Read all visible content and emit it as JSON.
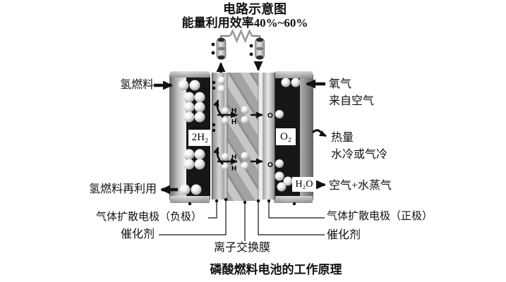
{
  "header": {
    "title": "电路示意图",
    "efficiency": "能量利用效率40%~60%"
  },
  "left_labels": {
    "fuel_in": "氢燃料",
    "fuel_recycle": "氢燃料再利用",
    "electrode_negative": "气体扩散电极（负极）",
    "catalyst": "催化剂"
  },
  "right_labels": {
    "oxygen": "氧气",
    "from_air": "来自空气",
    "heat": "热量",
    "cooling": "水冷或气冷",
    "exhaust": "空气+水蒸气",
    "electrode_positive": "气体扩散电极（正极）",
    "catalyst": "催化剂"
  },
  "bottom_labels": {
    "membrane": "离子交换膜",
    "caption": "磷酸燃料电池的工作原理"
  },
  "cell": {
    "hydrogen_label": "2H₂",
    "oxygen_label": "O₂",
    "water_label": "H₂O",
    "h_atom": "H",
    "o_atom": "O"
  },
  "colors": {
    "background": "#ffffff",
    "ink": "#111111",
    "gas_channel": "#161616",
    "tube_highlight": "#efefef",
    "tube_shadow": "#636363",
    "membrane_base": "#a3a3a3",
    "membrane_stripe": "#c7c7c7"
  }
}
